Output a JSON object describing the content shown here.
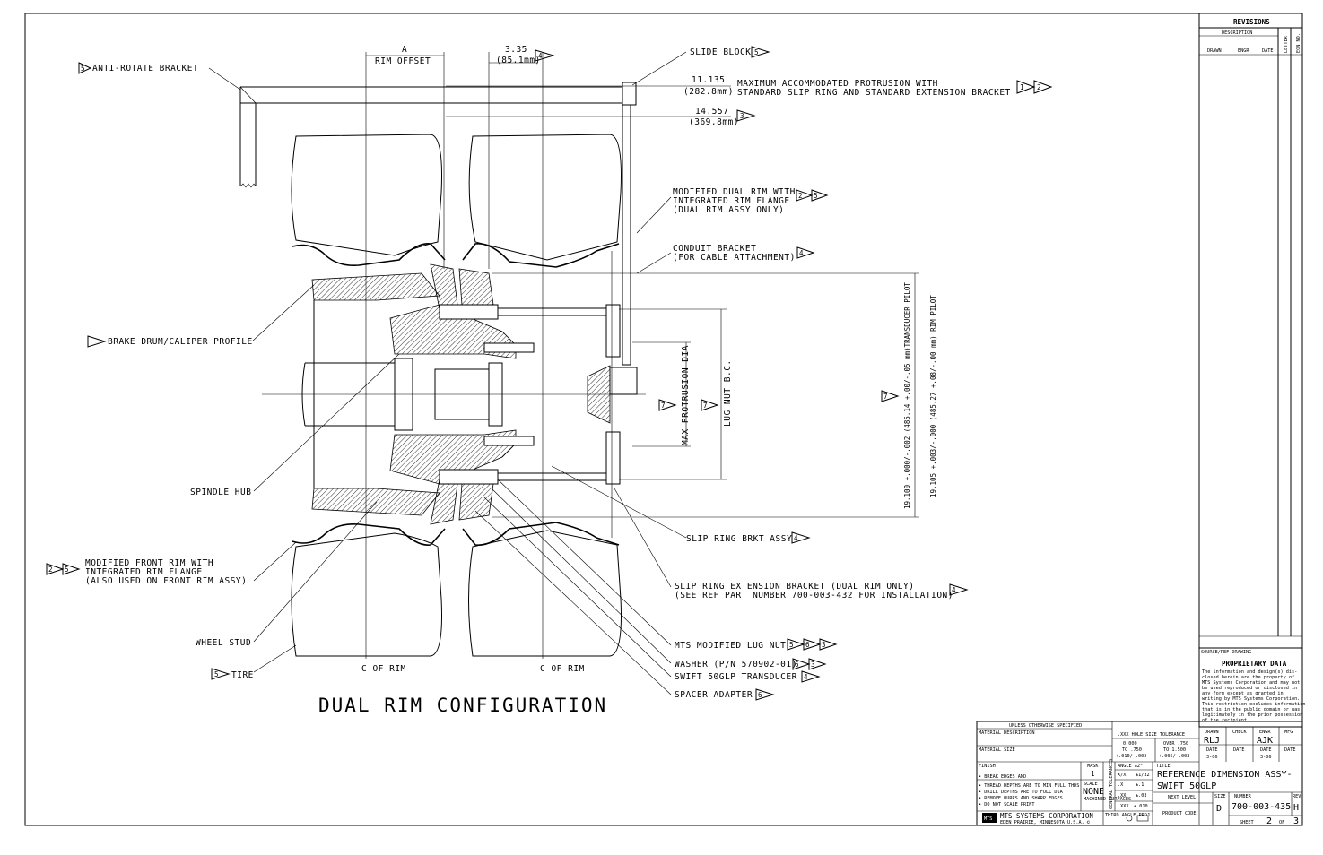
{
  "title": "DUAL RIM CONFIGURATION",
  "callouts": {
    "anti_rotate": "ANTI-ROTATE BRACKET",
    "slide_block": "SLIDE BLOCK",
    "max_protrusion_1": "MAXIMUM ACCOMMODATED PROTRUSION WITH",
    "max_protrusion_2": "STANDARD SLIP RING AND STANDARD EXTENSION BRACKET",
    "mod_dual_rim_1": "MODIFIED DUAL RIM WITH",
    "mod_dual_rim_2": "INTEGRATED RIM FLANGE",
    "mod_dual_rim_3": "(DUAL RIM ASSY ONLY)",
    "conduit_1": "CONDUIT BRACKET",
    "conduit_2": "(FOR CABLE ATTACHMENT)",
    "brake_drum": "BRAKE DRUM/CALIPER PROFILE",
    "spindle_hub": "SPINDLE HUB",
    "mod_front_rim_1": "MODIFIED FRONT RIM WITH",
    "mod_front_rim_2": "INTEGRATED RIM FLANGE",
    "mod_front_rim_3": "(ALSO USED ON FRONT RIM ASSY)",
    "wheel_stud": "WHEEL STUD",
    "tire": "TIRE",
    "slip_ring_brkt": "SLIP RING BRKT ASSY",
    "slip_ext_1": "SLIP RING EXTENSION BRACKET (DUAL RIM ONLY)",
    "slip_ext_2": "(SEE REF PART NUMBER 700-003-432 FOR INSTALLATION)",
    "mts_lug_nut": "MTS MODIFIED LUG NUT",
    "washer": "WASHER (P/N 570902-01)",
    "transducer": "SWIFT 50GLP TRANSDUCER",
    "spacer": "SPACER ADAPTER",
    "cl_rim_1": "C OF RIM",
    "cl_rim_2": "C OF RIM"
  },
  "dimensions": {
    "rim_offset_letter": "A",
    "rim_offset": "RIM OFFSET",
    "d1": "3.35",
    "d1_mm": "(85.1mm)",
    "d2": "11.135",
    "d2_mm": "(282.8mm)",
    "d3": "14.557",
    "d3_mm": "(369.8mm)",
    "max_protrusion_dia": "MAX PROTRUSION DIA",
    "lug_nut_bc": "LUG NUT B.C.",
    "transducer_pilot": "19.100 +.000/-.002 (485.14 +.00/-.05 mm)TRANSDUCER PILOT",
    "rim_pilot": "19.105 +.003/-.000 (485.27 +.08/-.00 mm) RIM PILOT"
  },
  "flags": {
    "f2": "2",
    "f3": "3",
    "f4": "4",
    "f5": "5",
    "f6": "6",
    "f1": "1",
    "f7": "7"
  },
  "revisions": {
    "header": "REVISIONS",
    "description": "DESCRIPTION",
    "letter": "LETTER",
    "ecn": "ECN NO.",
    "drawn": "DRAWN",
    "engr": "ENGR",
    "date": "DATE"
  },
  "proprietary": {
    "source": "SOURCE/REF DRAWING",
    "header": "PROPRIETARY DATA",
    "lines": [
      "The information and design(s) dis-",
      "closed herein are the property of",
      "MTS Systems Corporation and may not",
      "be used,reproduced or disclosed in",
      "any form except as granted in",
      "writing by MTS Systems Corporation.",
      "This restriction excludes information",
      "that is in the public domain or was",
      "legitimately in the prior possession",
      "of the recipient."
    ]
  },
  "titleblock": {
    "unless": "UNLESS OTHERWISE SPECIFIED",
    "material_desc": "MATERIAL DESCRIPTION",
    "material_size": "MATERIAL SIZE",
    "finish": "FINISH",
    "mask": "MASK",
    "mask_val": "1",
    "notes": [
      "• BREAK EDGES AND",
      "• THREAD DEPTHS ARE TO MIN FULL THDS",
      "• DRILL DEPTHS ARE TO FULL DIA",
      "• REMOVE BURRS AND SHARP EDGES",
      "• DO NOT SCALE PRINT"
    ],
    "scale_lbl": "SCALE",
    "scale": "NONE",
    "machined": "MACHINED SURFACES",
    "company": "MTS SYSTEMS CORPORATION",
    "address": "EDEN PRAIRIE, MINNESOTA U.S.A. ©",
    "third_angle": "THIRD ANGLE PROJ.",
    "tol_header": ".XXX HOLE SIZE TOLERANCE",
    "tol_a1": "0.000",
    "tol_a2": "TO .750",
    "tol_a3": "+.010/-.002",
    "tol_b1": "OVER .750",
    "tol_b2": "TO 1.500",
    "tol_b3": "+.005/-.003",
    "general": "GENERAL TOLERANCES",
    "angle": "ANGLE ±2°",
    "t_frac": "X/X",
    "t_frac_v": "±1/32",
    "t_x": ".X",
    "t_x_v": "±.1",
    "t_xx": ".XX",
    "t_xx_v": "±.03",
    "t_xxx": ".XXX",
    "t_xxx_v": "±.010",
    "drawn_lbl": "DRAWN",
    "drawn": "RLJ",
    "check_lbl": "CHECK",
    "engr_lbl": "ENGR",
    "engr": "AJK",
    "mfg_lbl": "MFG",
    "date_lbl": "DATE",
    "date_drawn": "3-06",
    "date_engr": "3-06",
    "title_lbl": "TITLE",
    "title1": "REFERENCE DIMENSION ASSY-",
    "title2": "SWIFT 50GLP",
    "next_level": "NEXT LEVEL",
    "product_code": "PRODUCT CODE",
    "size_lbl": "SIZE",
    "size": "D",
    "number_lbl": "NUMBER",
    "number": "700-003-435",
    "rev_lbl": "REV",
    "rev": "H",
    "sheet_lbl": "SHEET",
    "sheet": "2",
    "of": "OF",
    "sheets": "3",
    "logo": "MTS"
  }
}
